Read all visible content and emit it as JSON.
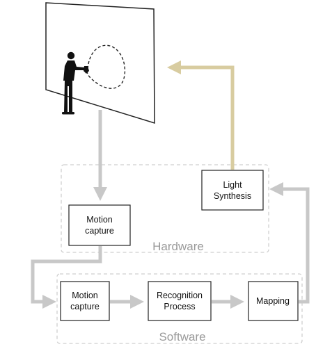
{
  "diagram": {
    "groups": {
      "hardware": {
        "label": "Hardware"
      },
      "software": {
        "label": "Software"
      }
    },
    "boxes": {
      "hw_motion_capture": {
        "line1": "Motion",
        "line2": "capture"
      },
      "light_synthesis": {
        "line1": "Light",
        "line2": "Synthesis"
      },
      "sw_motion_capture": {
        "line1": "Motion",
        "line2": "capture"
      },
      "recognition_process": {
        "line1": "Recognition",
        "line2": "Process"
      },
      "mapping": {
        "line1": "Mapping"
      }
    },
    "colors": {
      "data_arrow": "#c8c8c8",
      "light_arrow": "#d8cca0",
      "group_border": "#cfcfcf",
      "group_label": "#9a9a9a",
      "box_border": "#222222",
      "figure": "#111111"
    },
    "icons": {
      "screen": "projection-screen-icon",
      "person": "person-silhouette-icon",
      "gesture": "gesture-path-icon"
    }
  }
}
